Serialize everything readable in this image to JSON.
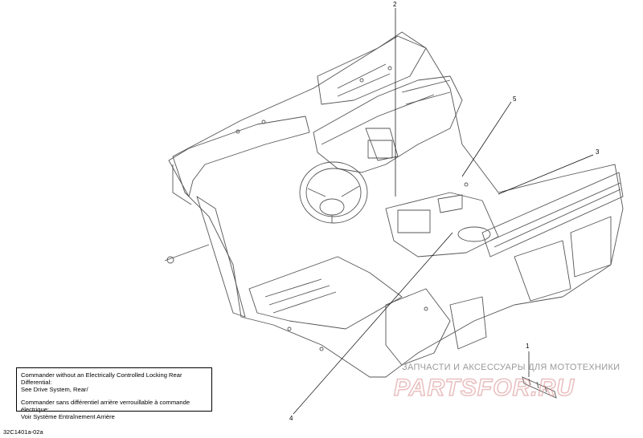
{
  "callouts": [
    "1",
    "2",
    "3",
    "4",
    "5"
  ],
  "note": {
    "line1": "Commander without an Electrically Controlled Locking Rear Differential:",
    "line2": "See Drive System, Rear/",
    "line3": "Commander sans différentiel arrière verrouillable à commande électrique:",
    "line4": "Voir Système Entraînement Arrière"
  },
  "diagram_code": "32C1401a-02a",
  "watermark": {
    "tagline": "ЗАПЧАСТИ И АКСЕССУАРЫ ДЛЯ МОТОТЕХНИКИ",
    "logo": "PARTSFOR.RU"
  },
  "colors": {
    "line": "#555555",
    "watermark": "#d99090",
    "text": "#000000"
  }
}
